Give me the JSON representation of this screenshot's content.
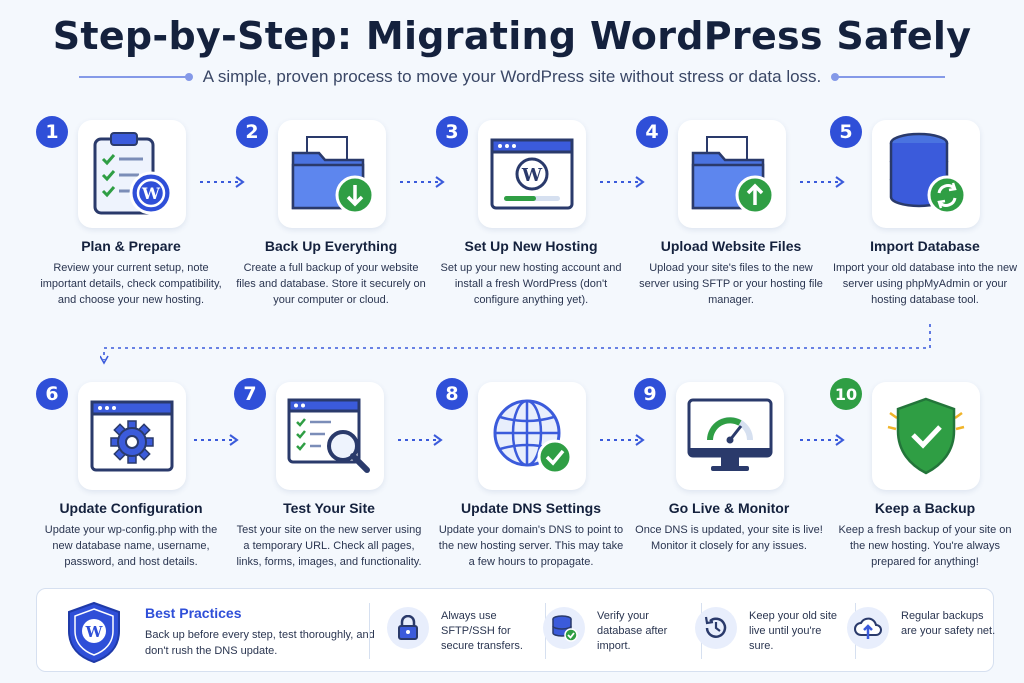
{
  "header": {
    "title": "Step-by-Step: Migrating WordPress Safely",
    "subtitle": "A simple, proven process to move your WordPress site without stress or data loss."
  },
  "colors": {
    "accent": "#2f4fd8",
    "success": "#2f9e44",
    "background": "#f4f8fd"
  },
  "steps": [
    {
      "number": "1",
      "title": "Plan & Prepare",
      "description": "Review your current setup, note important details, check compatibility, and choose your new hosting.",
      "icon": "clipboard-checklist-icon"
    },
    {
      "number": "2",
      "title": "Back Up Everything",
      "description": "Create a full backup of your website files and database. Store it securely on your computer or cloud.",
      "icon": "folder-download-icon"
    },
    {
      "number": "3",
      "title": "Set Up New Hosting",
      "description": "Set up your new hosting account and install a fresh WordPress (don't configure anything yet).",
      "icon": "browser-wordpress-icon"
    },
    {
      "number": "4",
      "title": "Upload Website Files",
      "description": "Upload your site's files to the new server using SFTP or your hosting file manager.",
      "icon": "folder-upload-icon"
    },
    {
      "number": "5",
      "title": "Import Database",
      "description": "Import your old database into the new server using phpMyAdmin or your hosting database tool.",
      "icon": "database-sync-icon"
    },
    {
      "number": "6",
      "title": "Update Configuration",
      "description": "Update your wp-config.php with the new database name, username, password, and host details.",
      "icon": "browser-gear-icon"
    },
    {
      "number": "7",
      "title": "Test Your Site",
      "description": "Test your site on the new server using a temporary URL. Check all pages, links, forms, images, and functionality.",
      "icon": "checklist-magnifier-icon"
    },
    {
      "number": "8",
      "title": "Update DNS Settings",
      "description": "Update your domain's DNS to point to the new hosting server. This may take a few hours to propagate.",
      "icon": "globe-check-icon"
    },
    {
      "number": "9",
      "title": "Go Live & Monitor",
      "description": "Once DNS is updated, your site is live! Monitor it closely for any issues.",
      "icon": "monitor-gauge-icon"
    },
    {
      "number": "10",
      "title": "Keep a Backup",
      "description": "Keep a fresh backup of your site on the new hosting. You're always prepared for anything!",
      "icon": "shield-check-icon"
    }
  ],
  "best_practices": {
    "title": "Best Practices",
    "text": "Back up before every step, test thoroughly, and don't rush the DNS update.",
    "tips": [
      {
        "text": "Always use SFTP/SSH for secure transfers.",
        "icon": "lock-icon"
      },
      {
        "text": "Verify your database after import.",
        "icon": "database-check-icon"
      },
      {
        "text": "Keep your old site live until you're sure.",
        "icon": "history-clock-icon"
      },
      {
        "text": "Regular backups are your safety net.",
        "icon": "cloud-upload-icon"
      }
    ]
  }
}
